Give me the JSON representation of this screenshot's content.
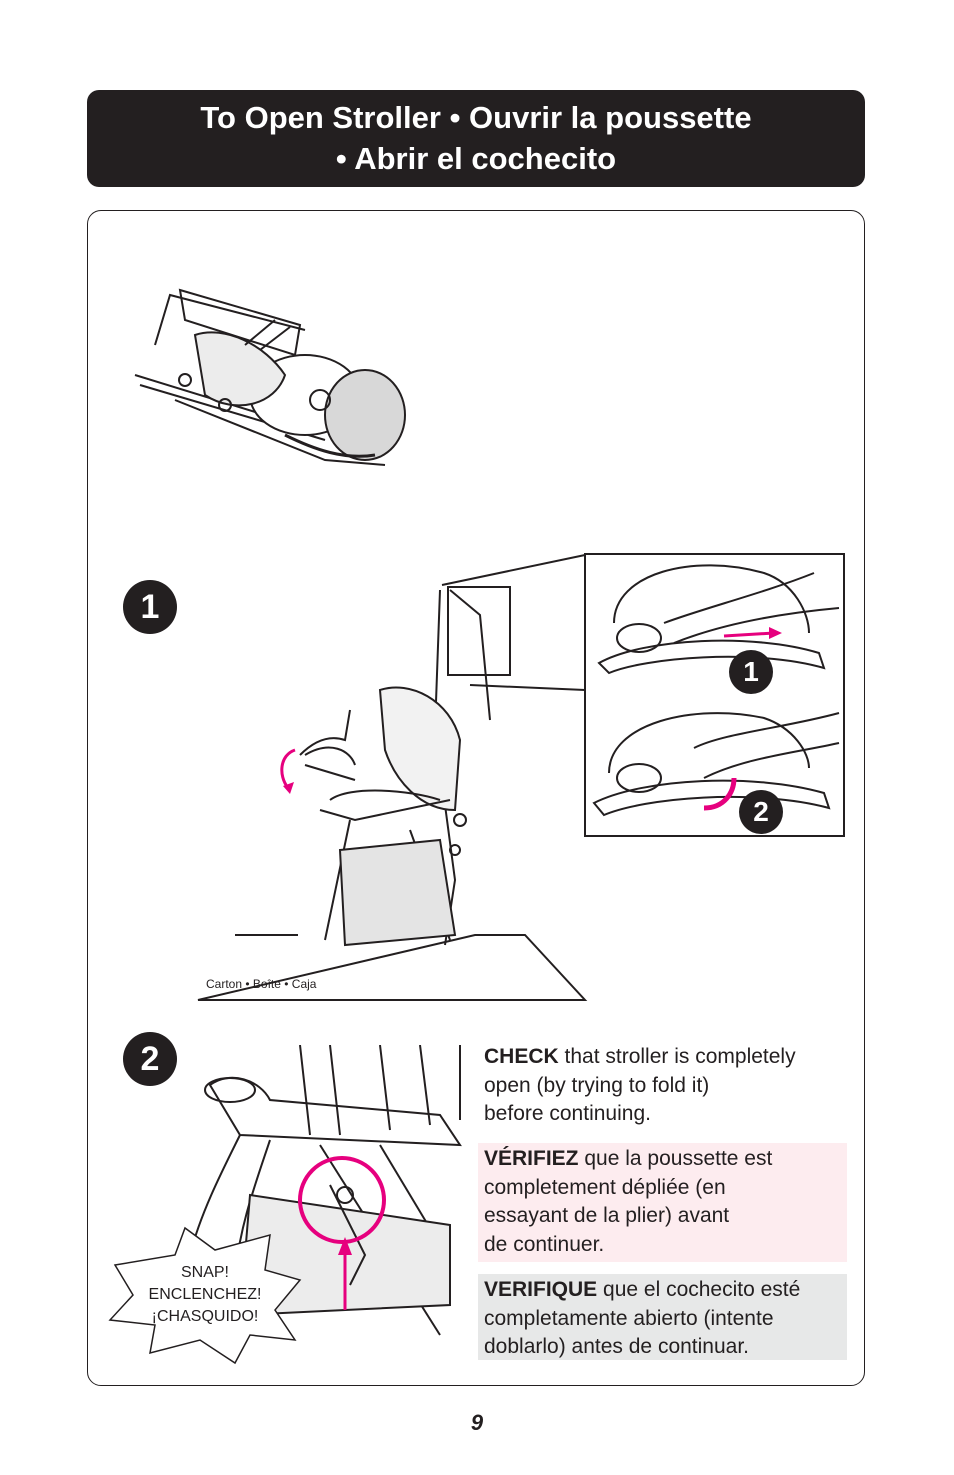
{
  "header": {
    "line1": "To Open Stroller  •  Ouvrir la poussette",
    "line2": "•  Abrir el cochecito"
  },
  "steps": {
    "step1_number": "1",
    "step2_number": "2",
    "inset_num1": "1",
    "inset_num2": "2"
  },
  "carton_label": "Carton  •  Boîte  •  Caja",
  "check": {
    "en_bold": "CHECK",
    "en_line1": " that stroller is completely",
    "en_line2": "open (by trying to fold it)",
    "en_line3": "before continuing.",
    "fr_bold": "VÉRIFIEZ",
    "fr_line1": " que la poussette est",
    "fr_line2": "completement dépliée (en",
    "fr_line3": "essayant de la plier) avant",
    "fr_line4": "de continuer.",
    "es_bold": "VERIFIQUE",
    "es_line1": " que el cochecito esté",
    "es_line2": "completamente abierto (intente",
    "es_line3": "doblarlo) antes de continuar."
  },
  "snap": {
    "line1": "SNAP!",
    "line2": "ENCLENCHEZ!",
    "line3": "¡CHASQUIDO!"
  },
  "page_number": "9",
  "colors": {
    "accent_magenta": "#e6007e",
    "header_bg": "#231f20",
    "fr_bg": "#fdecef",
    "es_bg": "#e7e8e8"
  }
}
